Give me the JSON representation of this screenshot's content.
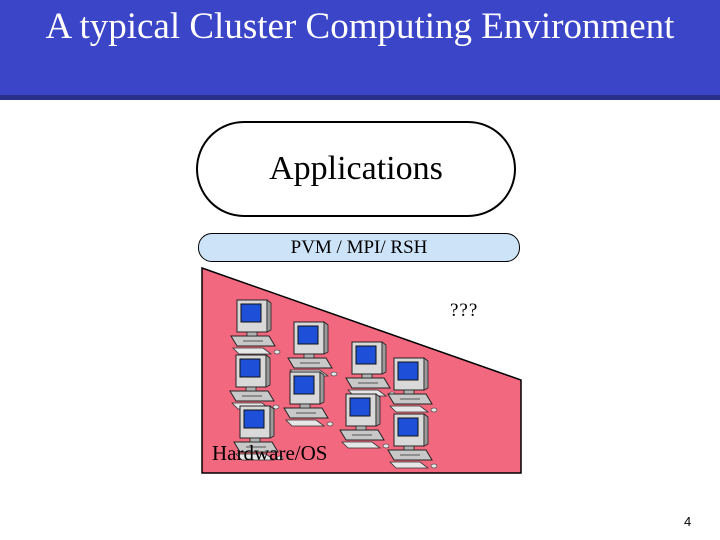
{
  "slide": {
    "title": "A typical Cluster Computing Environment",
    "page_number": "4"
  },
  "layers": {
    "applications": "Applications",
    "middleware": "PVM / MPI/ RSH",
    "unknown": "???",
    "hardware": "Hardware/OS"
  },
  "icons": {
    "computer": "desktop-computer-icon",
    "computer_count": 9
  },
  "colors": {
    "title_bar": "#3b45c8",
    "middleware_fill": "#cde3f8",
    "hardware_fill": "#f2687f",
    "screen": "#1e4fd8"
  }
}
